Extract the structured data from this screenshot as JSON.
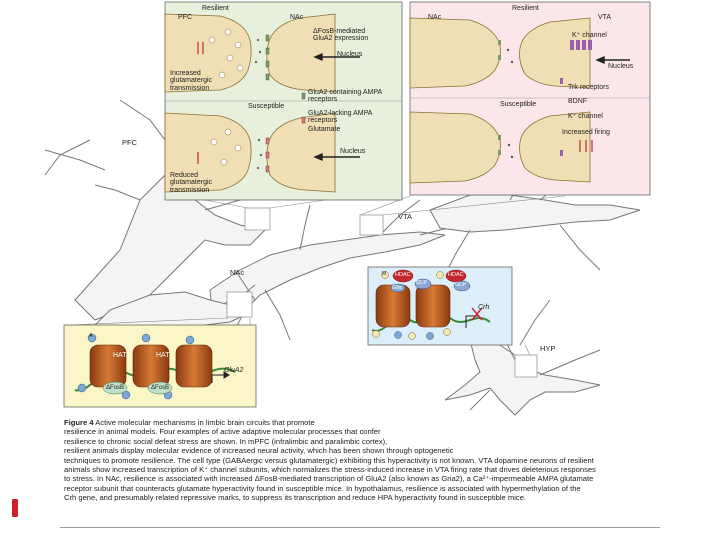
{
  "panels": {
    "pfc_nac": {
      "header_resilient": "Resilient",
      "header_susceptible": "Susceptible",
      "label_pfc": "PFC",
      "label_nac": "NAc",
      "legend_dfosb": "ΔFosB-mediated GluA2 expression",
      "label_nucleus_top": "Nucleus",
      "label_nucleus_bottom": "Nucleus",
      "label_increased": "Increased glutamatergic transmission",
      "label_reduced": "Reduced glutamatergic transmission",
      "legend_glua2_containing": "GluA2 containing AMPA receptors",
      "legend_glua2_lacking": "GluA2-lacking AMPA receptors",
      "legend_glutamate": "Glutamate"
    },
    "nac_vta": {
      "header_resilient": "Resilient",
      "header_susceptible": "Susceptible",
      "label_nac": "NAc",
      "label_vta": "VTA",
      "label_k_channel_top": "K⁺ channel",
      "label_nucleus": "Nucleus",
      "legend_trk": "Trk receptors",
      "legend_bdnf": "BDNF",
      "legend_k_channel": "K⁺ channel",
      "legend_increased_firing": "Increased firing"
    },
    "nac_histone": {
      "hat_labels": [
        "HAT",
        "HAT"
      ],
      "ac_label": "A",
      "dfosb_labels": [
        "ΔFosB",
        "ΔFosB"
      ],
      "gene": "GluA2"
    },
    "hyp_histone": {
      "hdac_labels": [
        "HDAC",
        "HDAC"
      ],
      "glp_labels": [
        "GLP",
        "GLP"
      ],
      "g9a_label": "G9a",
      "m_label": "M",
      "gene": "Crh"
    }
  },
  "regions": {
    "pfc": "PFC",
    "vta": "VTA",
    "nac": "NAc",
    "hyp": "HYP"
  },
  "caption": {
    "figure_number": "Figure 4",
    "lines": [
      "Active molecular mechanisms in limbic brain circuits that promote",
      "resilience in animal models. Four examples of active adaptive molecular processes that confer",
      "resilience to chronic social defeat stress are shown. In mPFC (infralimbic and paralimbic cortex),",
      "resilient animals display molecular evidence of increased neural activity, which has been shown through optogenetic",
      "techniques to promote resilience. The cell type (GABAergic versus glutamatergic) exhibiting this hyperactivity is not known. VTA dopamine neurons of resilient",
      "animals show increased transcription of K⁺ channel subunits, which normalizes the stress-induced increase in VTA firing rate that drives deleterious responses",
      "to stress. In NAc, resilience is associated with increased ΔFosB-mediated transcription of GluA2 (also known as Gria2), a Ca²⁺-impermeable AMPA glutamate",
      "receptor subunit that counteracts glutamate hyperactivity found in susceptible mice. In hypothalamus, resilience is associated with hypermethylation of the",
      "Crh gene, and presumably related repressive marks, to suppress its transcription and reduce HPA hyperactivity found in susceptible mice."
    ]
  },
  "colors": {
    "neuron_fill": "#f4f4f4",
    "neuron_stroke": "#666666",
    "synapse_fill": "#f0deb4",
    "panel_green_bg": "#e6f0dc",
    "panel_pink_bg": "#fbe7ea",
    "panel_yellow_bg": "#fbf6c8",
    "panel_blue_bg": "#dceefa",
    "histone": "#b8581c",
    "hdac_red": "#c6262e",
    "accent_red": "#d11f2b"
  }
}
